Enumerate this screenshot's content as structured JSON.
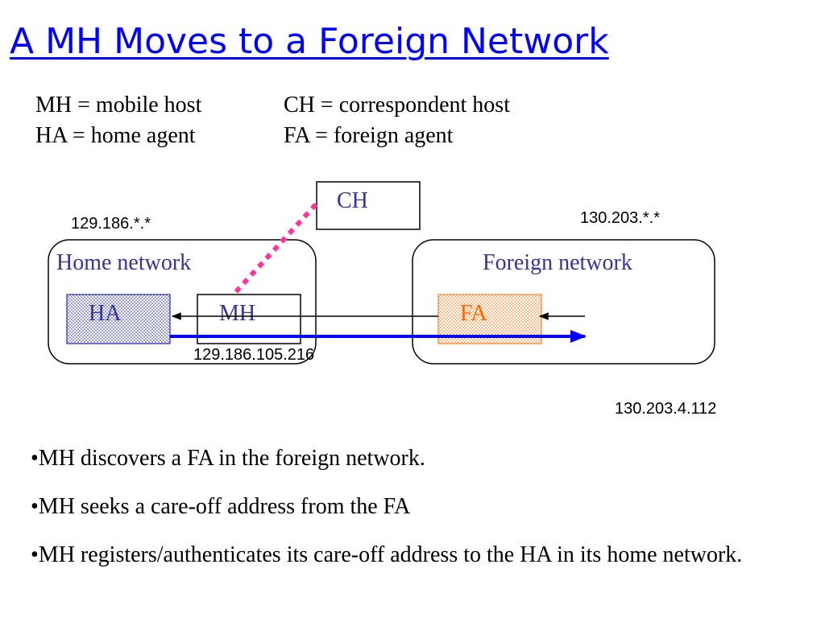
{
  "slide": {
    "title": "A MH Moves to a Foreign Network",
    "title_color": "#0000ff"
  },
  "legend": {
    "left": [
      "MH = mobile host",
      "HA = home agent"
    ],
    "right": [
      "CH = correspondent host",
      "FA = foreign agent"
    ]
  },
  "diagram": {
    "correspondent_host": {
      "label": "CH"
    },
    "home_network": {
      "label": "Home network",
      "prefix": "129.186.*.*",
      "home_agent_label": "HA",
      "mobile_host_label": "MH",
      "mobile_host_address": "129.186.105.216"
    },
    "foreign_network": {
      "label": "Foreign network",
      "prefix": "130.203.*.*",
      "foreign_agent_label": "FA",
      "care_of_address": "130.203.4.112"
    },
    "colors": {
      "network_label": "#333399",
      "foreign_agent": "#ff6600",
      "home_agent_fill": "#ccccff",
      "foreign_agent_fill": "#ffddbb",
      "tunnel_arrow": "#0000ff",
      "ch_link": "#ff3399"
    }
  },
  "bullets": [
    "•MH discovers a FA in the foreign network.",
    "•MH seeks a care-off address from the FA",
    "•MH registers/authenticates its care-off address to the HA in its home network."
  ]
}
